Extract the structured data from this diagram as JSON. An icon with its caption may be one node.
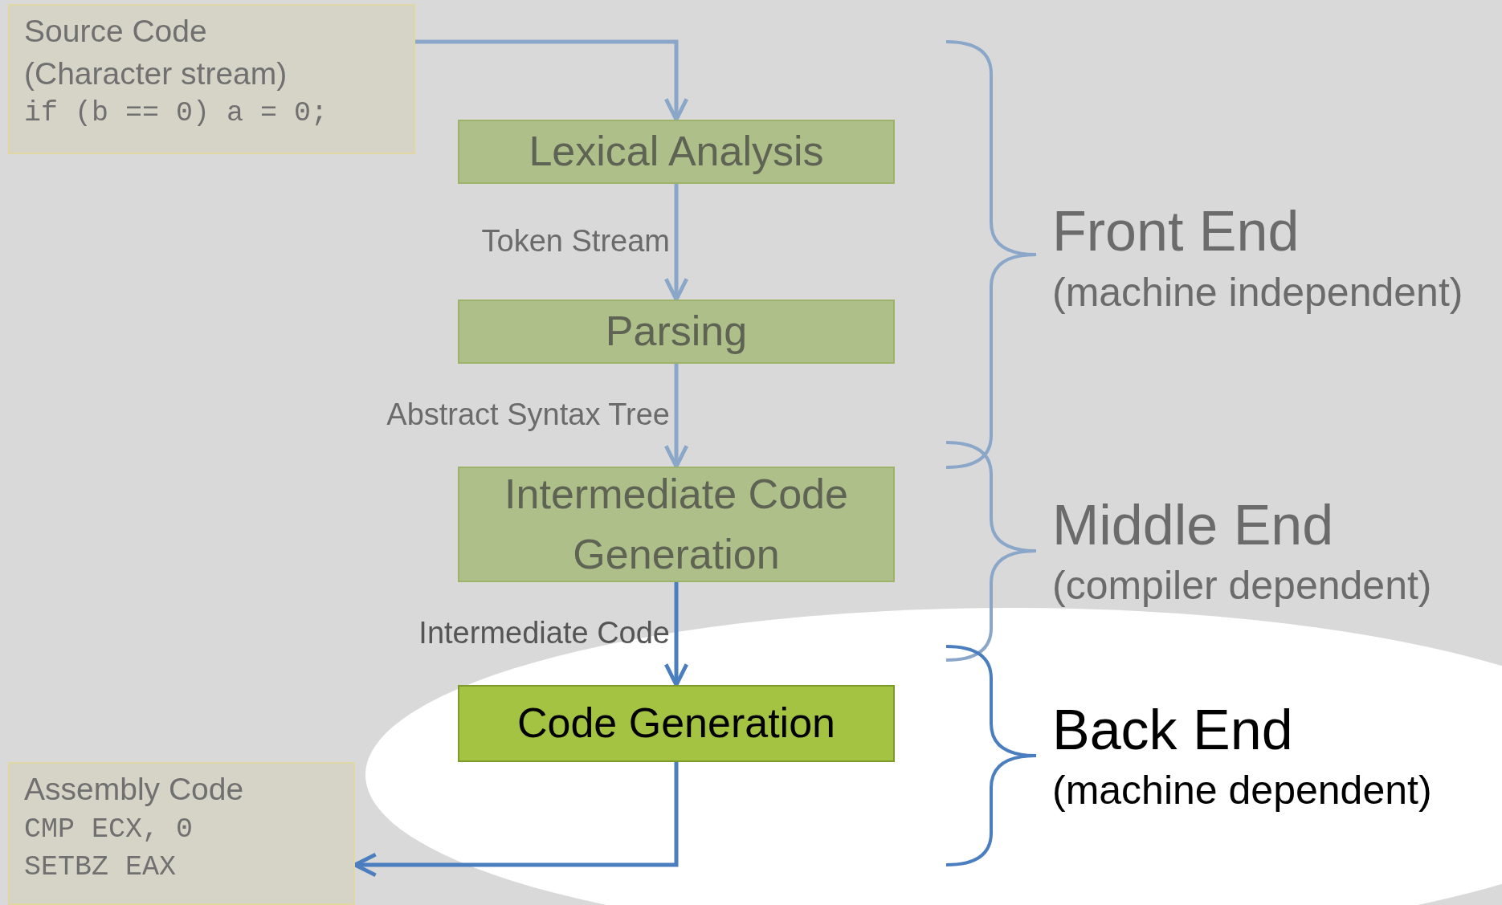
{
  "diagram": {
    "nodes": [
      {
        "text": [
          "Source Code",
          "(Character stream)",
          "if (b == 0) a = 0;"
        ]
      },
      {
        "text": [
          "Lexical Analysis"
        ]
      },
      {
        "text": [
          "Parsing"
        ]
      },
      {
        "text": [
          "Intermediate Code Generation"
        ]
      },
      {
        "text": [
          "Code Generation"
        ]
      },
      {
        "text": [
          "Assembly Code",
          "CMP ECX, 0",
          "SETBZ EAX"
        ]
      }
    ],
    "edges": [
      {
        "from": 0,
        "to": 1,
        "arrow": "to"
      },
      {
        "from": 1,
        "to": 2,
        "arrow": "to",
        "label": "Token Stream"
      },
      {
        "from": 2,
        "to": 3,
        "arrow": "to",
        "label": "Abstract Syntax Tree"
      },
      {
        "from": 3,
        "to": 4,
        "arrow": "to",
        "label": "Intermediate Code",
        "color": "#4a7ebf"
      },
      {
        "from": 4,
        "to": 5,
        "arrow": "to",
        "color": "#4a7ebf"
      }
    ],
    "labels": [
      "Front End",
      "(machine independent)",
      "Middle End",
      "(compiler dependent)",
      "Back End",
      "(machine dependent)"
    ]
  }
}
